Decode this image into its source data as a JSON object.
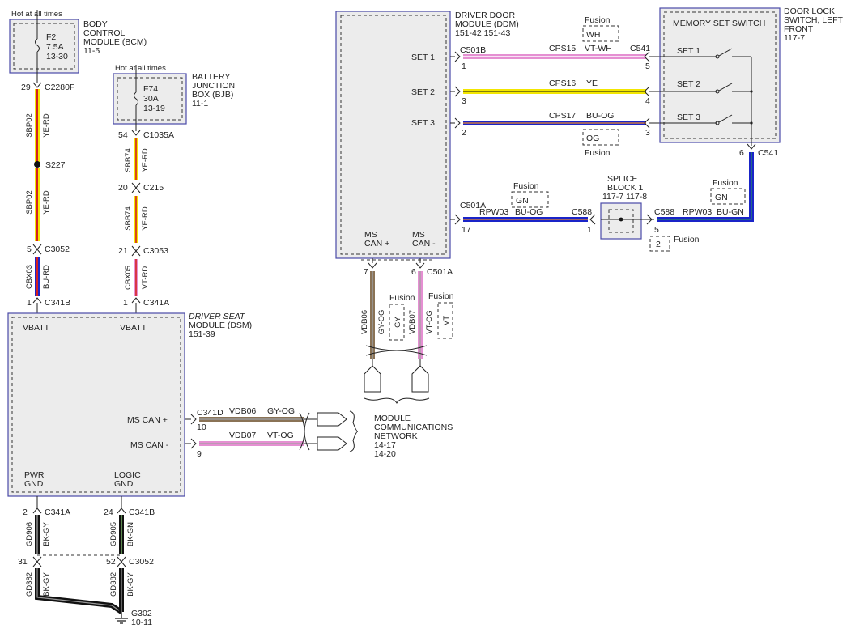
{
  "bcm": {
    "hot": "Hot at all times",
    "fuse": "F2",
    "amps": "7.5A",
    "ref": "13-30",
    "title1": "BODY",
    "title2": "CONTROL",
    "title3": "MODULE (BCM)",
    "page": "11-5",
    "pin": "29",
    "conn": "C2280F"
  },
  "bjb": {
    "hot": "Hot at all times",
    "fuse": "F74",
    "amps": "30A",
    "ref": "13-19",
    "title1": "BATTERY",
    "title2": "JUNCTION",
    "title3": "BOX (BJB)",
    "page": "11-1",
    "pin": "54",
    "conn": "C1035A"
  },
  "left_wires": {
    "w1_circuit": "SBP02",
    "w1_color": "YE-RD",
    "splice": "S227",
    "w2_circuit": "SBP02",
    "w2_color": "YE-RD",
    "c3052_pin": "5",
    "c3052": "C3052",
    "w3_circuit": "CBX03",
    "w3_color": "BU-RD",
    "c341b_pin": "1",
    "c341b": "C341B"
  },
  "mid_wires": {
    "w1_circuit": "SBB74",
    "w1_color": "YE-RD",
    "c215_pin": "20",
    "c215": "C215",
    "w2_circuit": "SBB74",
    "w2_color": "YE-RD",
    "c3053_pin": "21",
    "c3053": "C3053",
    "w3_circuit": "CBX05",
    "w3_color": "VT-RD",
    "c341a_pin": "1",
    "c341a": "C341A"
  },
  "dsm": {
    "title1": "DRIVER SEAT",
    "title2": "MODULE (DSM)",
    "page": "151-39",
    "vbatt1": "VBATT",
    "vbatt2": "VBATT",
    "mscan_plus": "MS CAN +",
    "mscan_minus": "MS CAN -",
    "pwr1": "PWR",
    "pwr2": "GND",
    "logic1": "LOGIC",
    "logic2": "GND",
    "can_conn": "C341D",
    "can_hi_circuit": "VDB06",
    "can_hi_color": "GY-OG",
    "can_hi_pin": "10",
    "can_lo_circuit": "VDB07",
    "can_lo_color": "VT-OG",
    "can_lo_pin": "9"
  },
  "network": {
    "line1": "MODULE",
    "line2": "COMMUNICATIONS",
    "line3": "NETWORK",
    "ref1": "14-17",
    "ref2": "14-20"
  },
  "grounds": {
    "a_pin": "2",
    "a_conn": "C341A",
    "b_pin": "24",
    "b_conn": "C341B",
    "a_circuit": "GD906",
    "a_color": "BK-GY",
    "b_circuit": "GD905",
    "b_color": "BK-GN",
    "c_pin": "31",
    "d_pin": "52",
    "c3052": "C3052",
    "c_circuit": "GD382",
    "c_color": "BK-GY",
    "d_circuit": "GD382",
    "d_color": "BK-GY",
    "ground": "G302",
    "ground_ref": "10-11"
  },
  "ddm": {
    "title1": "DRIVER DOOR",
    "title2": "MODULE (DDM)",
    "page": "151-42  151-43",
    "set1": "SET 1",
    "set2": "SET 2",
    "set3": "SET 3",
    "mscan_p1": "MS",
    "mscan_p2": "CAN +",
    "mscan_m1": "MS",
    "mscan_m2": "CAN -",
    "c501b": "C501B",
    "set1_pin": "1",
    "set2_pin": "3",
    "set3_pin": "2",
    "c501a": "C501A",
    "c501a_pin": "17",
    "can_pin_hi": "7",
    "can_pin_lo": "6",
    "can_conn": "C501A",
    "can_hi_circuit": "VDB06",
    "can_hi_color": "GY-OG",
    "can_lo_circuit": "VDB07",
    "can_lo_color": "VT-OG",
    "fusion1": "Fusion",
    "gy": "GY",
    "fusion2": "Fusion",
    "vt": "VT"
  },
  "set_wires": {
    "cps15": "CPS15",
    "cps15_color": "VT-WH",
    "cps16": "CPS16",
    "cps16_color": "YE",
    "cps17": "CPS17",
    "cps17_color": "BU-OG",
    "fusion_top": "Fusion",
    "wh": "WH",
    "fusion_bot": "Fusion",
    "og": "OG",
    "c541": "C541",
    "sw_pin1": "5",
    "sw_pin2": "4",
    "sw_pin3": "3"
  },
  "switch": {
    "title": "MEMORY SET SWITCH",
    "set1": "SET 1",
    "set2": "SET 2",
    "set3": "SET 3",
    "outer1": "DOOR LOCK",
    "outer2": "SWITCH, LEFT",
    "outer3": "FRONT",
    "page": "117-7",
    "gnd_pin": "6",
    "gnd_conn": "C541"
  },
  "splice": {
    "title1": "SPLICE",
    "title2": "BLOCK 1",
    "ref": "117-7   117-8",
    "rpw03_left": "RPW03",
    "rpw03_left_color": "BU-OG",
    "c588_left": "C588",
    "c588_left_pin": "1",
    "c588_right": "C588",
    "c588_right_pin": "5",
    "rpw03_right": "RPW03",
    "rpw03_right_color": "BU-GN",
    "fusion_left": "Fusion",
    "gn_left": "GN",
    "fusion_right": "Fusion",
    "gn_right": "GN",
    "alt_pin": "2",
    "alt_fusion": "Fusion"
  },
  "colors": {
    "yellow": "#f2e600",
    "red": "#d42020",
    "blue": "#1a24c8",
    "violet": "#e58fd2",
    "gray": "#9a9a9a",
    "brown": "#8a7356",
    "black": "#111111",
    "box_fill": "#ececec",
    "box_border": "#4a4aa8"
  }
}
